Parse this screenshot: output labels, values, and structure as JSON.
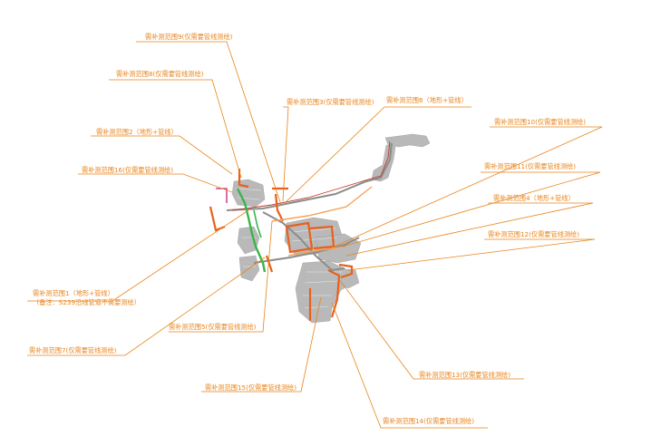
{
  "colors": {
    "callout": "#e8841a",
    "survey_area": "#e8601c",
    "survey_area_light": "#f4a35a",
    "road": "#8a8a8a",
    "building": "#b7b7b7",
    "pipeline_green": "#39b54a",
    "pipeline_magenta": "#c0237a",
    "road_red": "#c0392b"
  },
  "labels": {
    "area9": "需补测范围9(仅需要管线测绘)",
    "area8": "需补测范围8(仅需要管线测绘)",
    "area3": "需补测范围3(仅需要管线测绘)",
    "area6": "需补测范围6（地形+管线）",
    "area10": "需补测范围10(仅需要管线测绘)",
    "area2": "需补测范围2（地形+管线）",
    "area16": "需补测范围16(仅需要管线测绘)",
    "area11": "需补测范围11(仅需要管线测绘)",
    "area4": "需补测范围4（地形+管线）",
    "area12": "需补测范围12(仅需要管线测绘)",
    "area1": "需补测范围1（地形+管线）",
    "area1_note": "（备注：S239沿线管道不需要测绘）",
    "area5": "需补测范围5(仅需要管线测绘)",
    "area7": "需补测范围7(仅需要管线测绘)",
    "area13": "需补测范围13(仅需要管线测绘)",
    "area15": "需补测范围15(仅需要管线测绘)",
    "area14": "需补测范围14(仅需要管线测绘)"
  }
}
